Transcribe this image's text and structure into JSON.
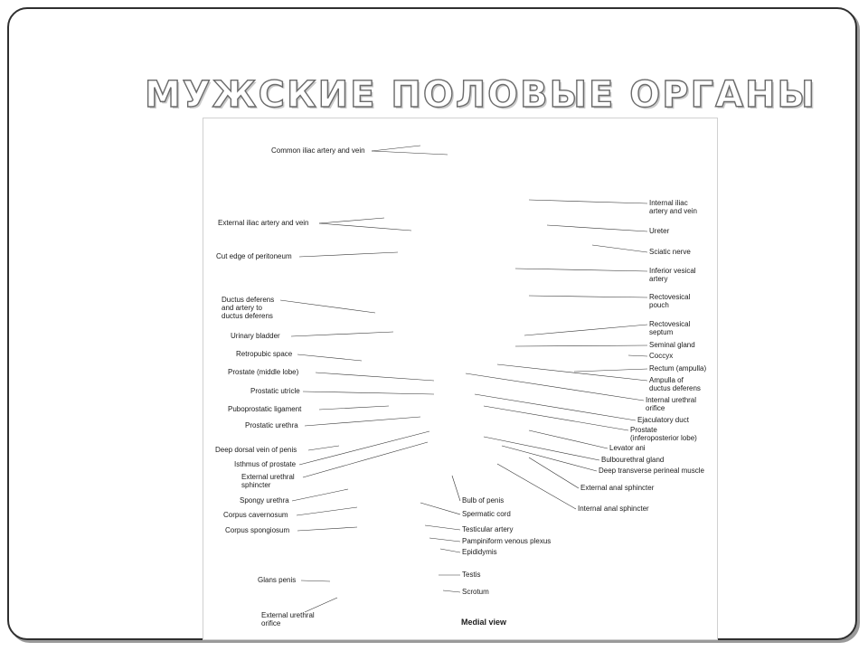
{
  "slide": {
    "title": "МУЖСКИЕ ПОЛОВЫЕ ОРГАНЫ"
  },
  "figure": {
    "caption": "Medial view",
    "labels_left": [
      "Common iliac artery and vein",
      "External iliac artery and vein",
      "Cut edge of peritoneum",
      "Ductus deferens",
      "and artery to",
      "ductus deferens",
      "Urinary bladder",
      "Retropubic space",
      "Prostate (middle lobe)",
      "Prostatic utricle",
      "Puboprostatic ligament",
      "Prostatic urethra",
      "Deep dorsal vein of penis",
      "Isthmus of prostate",
      "External urethral",
      "sphincter",
      "Spongy urethra",
      "Corpus cavernosum",
      "Corpus spongiosum",
      "Glans penis",
      "External urethral",
      "orifice"
    ],
    "labels_right": [
      "Internal iliac",
      "artery and vein",
      "Ureter",
      "Sciatic nerve",
      "Inferior vesical",
      "artery",
      "Rectovesical",
      "pouch",
      "Rectovesical",
      "septum",
      "Seminal gland",
      "Coccyx",
      "Rectum (ampulla)",
      "Ampulla of",
      "ductus deferens",
      "Internal urethral",
      "orifice",
      "Ejaculatory duct",
      "Prostate",
      "(inferoposterior lobe)",
      "Levator ani",
      "Bulbourethral gland",
      "Deep transverse perineal muscle",
      "External anal sphincter",
      "Internal anal sphincter"
    ],
    "labels_bottom": [
      "Bulb of penis",
      "Spermatic cord",
      "Testicular artery",
      "Pampiniform venous plexus",
      "Epididymis",
      "Testis",
      "Scrotum"
    ]
  }
}
